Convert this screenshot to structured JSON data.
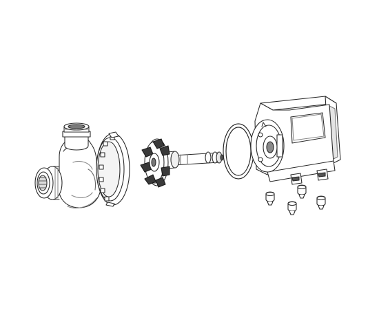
{
  "diagram": {
    "parts": [
      {
        "id": "volute-housing"
      },
      {
        "id": "retaining-ring"
      },
      {
        "id": "impeller-shaft-assembly"
      },
      {
        "id": "o-ring-gasket"
      },
      {
        "id": "motor-body"
      },
      {
        "id": "rubber-feet"
      }
    ],
    "colors": {
      "line": "#2a2a2a",
      "fill": "#ffffff",
      "shade_light": "#e2e2e2",
      "shade_mid": "#b5b5b5",
      "shade_dark": "#5e5e5e"
    }
  }
}
